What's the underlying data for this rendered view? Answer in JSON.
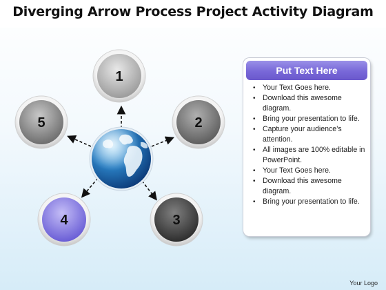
{
  "title": "Diverging Arrow Process Project Activity Diagram",
  "nodes": [
    {
      "label": "1",
      "color": "#c0c0c0"
    },
    {
      "label": "2",
      "color": "#8a8a8a"
    },
    {
      "label": "3",
      "color": "#555555"
    },
    {
      "label": "4",
      "color": "#8c82ea"
    },
    {
      "label": "5",
      "color": "#9a9a9a"
    }
  ],
  "center": {
    "icon": "globe-icon"
  },
  "panel": {
    "header": "Put Text Here",
    "header_color": "#7a6ad8",
    "items": [
      "Your Text Goes here.",
      "Download this awesome diagram.",
      "Bring your presentation to life.",
      "Capture your audience’s attention.",
      "All images are 100% editable in PowerPoint.",
      "Your Text Goes here.",
      "Download this awesome diagram.",
      "Bring your presentation to life."
    ]
  },
  "footer": {
    "logo_text": "Your Logo"
  }
}
